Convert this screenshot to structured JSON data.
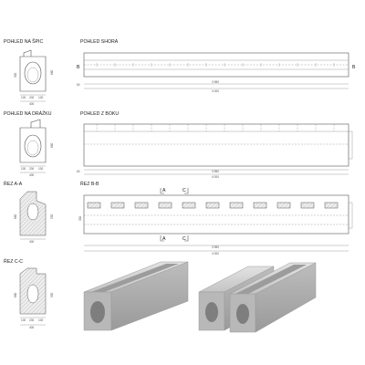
{
  "views": {
    "end_view": "POHLED NA ŠPIC",
    "top_view": "POHLED SHORA",
    "groove_view": "POHLED NA DRÁŽKU",
    "side_view": "POHLED Z BOKU",
    "section_aa": "ŘEZ A-A",
    "section_bb": "ŘEZ B-B",
    "section_cc": "ŘEZ C-C"
  },
  "markers": {
    "b": "B",
    "a": "A",
    "c": "C"
  },
  "dims": {
    "width_total": "400",
    "width_parts": [
      "100",
      "200",
      "100"
    ],
    "height_end": "300",
    "height_full": "660",
    "height_section": "550",
    "length_inner": "3 980",
    "length_total": "4 000",
    "small": "60"
  },
  "colors": {
    "line": "#555555",
    "concrete_light": "#d4d4d4",
    "concrete_dark": "#a8a8a8"
  }
}
